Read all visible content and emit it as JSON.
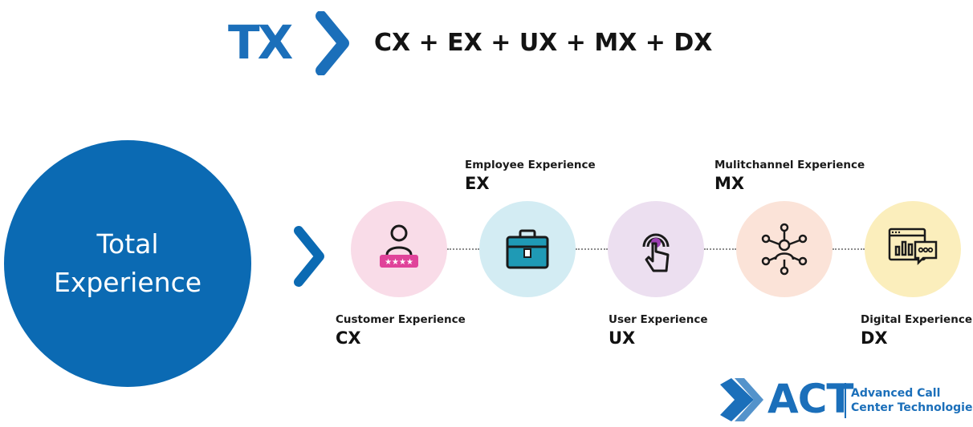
{
  "header": {
    "tx": "TX",
    "formula": "CX + EX + UX + MX + DX"
  },
  "center": {
    "line1": "Total",
    "line2": "Experience"
  },
  "nodes": [
    {
      "code": "CX",
      "name": "Customer Experience",
      "icon": "customer-rating-icon",
      "bg": "#f9dce8"
    },
    {
      "code": "EX",
      "name": "Employee Experience",
      "icon": "briefcase-icon",
      "bg": "#d3ecf3"
    },
    {
      "code": "UX",
      "name": "User Experience",
      "icon": "touch-hand-icon",
      "bg": "#ecdff0"
    },
    {
      "code": "MX",
      "name": "Mulitchannel Experience",
      "icon": "network-person-icon",
      "bg": "#fbe3d8"
    },
    {
      "code": "DX",
      "name": "Digital Experience",
      "icon": "digital-screen-chat-icon",
      "bg": "#fbeebc"
    }
  ],
  "logo": {
    "name": "ACT",
    "tagline_line1": "Advanced Call",
    "tagline_line2": "Center Technologies"
  },
  "colors": {
    "brand_blue": "#1b6fba",
    "circle_blue": "#0b6ab3",
    "accent_pink": "#e0439a",
    "accent_teal": "#1f9ab5",
    "accent_purple": "#9b3fb2"
  }
}
